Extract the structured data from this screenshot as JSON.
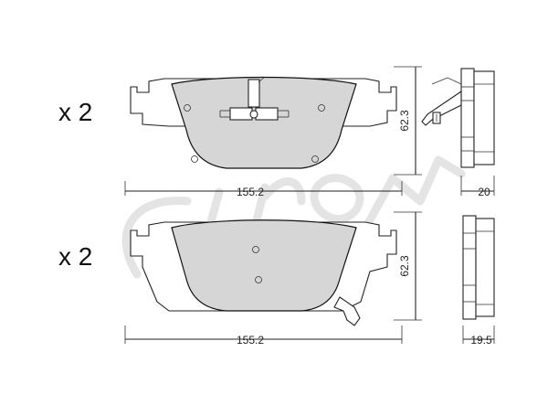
{
  "diagram": {
    "top_set": {
      "quantity_label": "x 2",
      "width_label": "155.2",
      "height_label": "62.3",
      "thickness_label": "20"
    },
    "bottom_set": {
      "quantity_label": "x 2",
      "width_label": "155.2",
      "height_label": "62.3",
      "thickness_label": "19.5"
    },
    "colors": {
      "friction_material": "#d6d6d6",
      "line": "#222222",
      "watermark": "#e4e4e4"
    }
  }
}
